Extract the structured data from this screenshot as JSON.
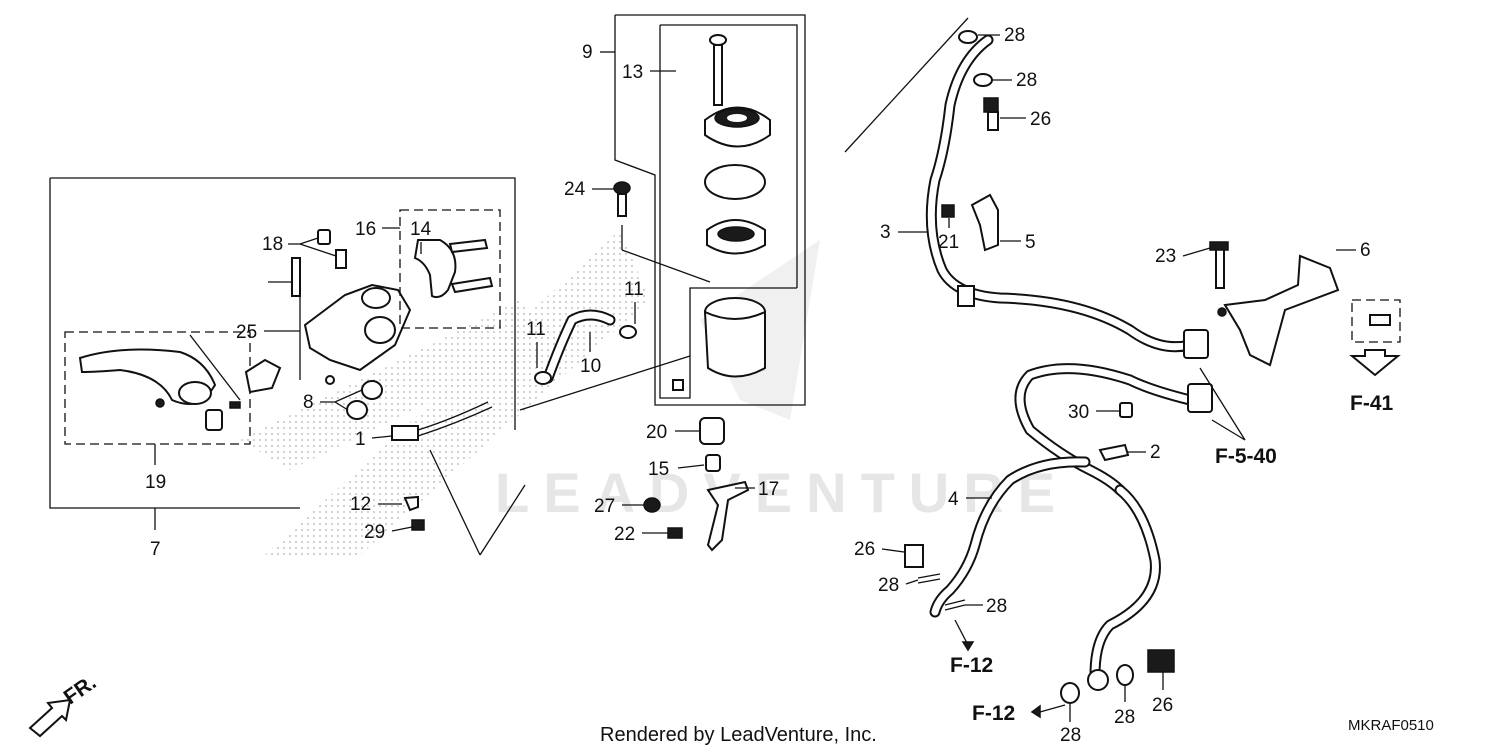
{
  "diagram": {
    "callouts": {
      "c1": "1",
      "c2": "2",
      "c3": "3",
      "c4": "4",
      "c5": "5",
      "c6": "6",
      "c7": "7",
      "c8": "8",
      "c9": "9",
      "c10": "10",
      "c11a": "11",
      "c11b": "11",
      "c12": "12",
      "c13": "13",
      "c14": "14",
      "c15": "15",
      "c16": "16",
      "c17": "17",
      "c18": "18",
      "c19": "19",
      "c20": "20",
      "c21": "21",
      "c22": "22",
      "c23": "23",
      "c24": "24",
      "c25": "25",
      "c26a": "26",
      "c26b": "26",
      "c26c": "26",
      "c27": "27",
      "c28a": "28",
      "c28b": "28",
      "c28c": "28",
      "c28d": "28",
      "c28e": "28",
      "c28f": "28",
      "c29": "29",
      "c30": "30"
    },
    "references": {
      "f41": "F-41",
      "f540": "F-5-40",
      "f12a": "F-12",
      "f12b": "F-12"
    },
    "direction_label": "FR.",
    "footer": "Rendered by LeadVenture, Inc.",
    "diagram_code": "MKRAF0510",
    "watermark": "LEADVENTURE"
  }
}
